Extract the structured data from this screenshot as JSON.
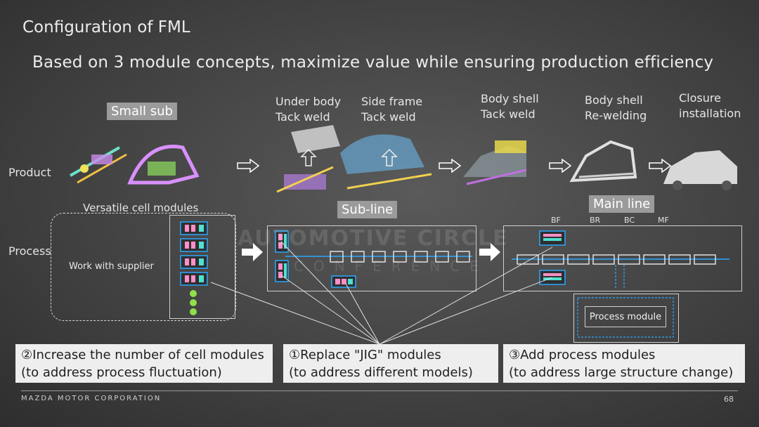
{
  "title": "Configuration of FML",
  "subtitle": "Based on 3 module concepts, maximize value while ensuring production efficiency",
  "rows": {
    "product": "Product",
    "process": "Process"
  },
  "tags": {
    "small_sub": "Small sub",
    "sub_line": "Sub-line",
    "main_line": "Main line"
  },
  "stages": [
    "Under body\nTack weld",
    "Side frame\nTack weld",
    "Body shell\nTack weld",
    "Body shell\nRe-welding",
    "Closure\ninstallation"
  ],
  "versatile_label": "Versatile cell modules",
  "work_with_supplier": "Work with supplier",
  "station_labels": [
    "BF",
    "BR",
    "BC",
    "MF"
  ],
  "process_module": "Process module",
  "callouts": [
    "②Increase the number of cell modules\n  (to address process fluctuation)",
    "①Replace \"JIG\" modules\n  (to address different models)",
    "③Add process modules\n  (to address large structure change)"
  ],
  "watermark": {
    "line1": "AUTOMOTIVE CIRCLE",
    "line2": "CONFERENCE"
  },
  "footer": {
    "company": "MAZDA MOTOR CORPORATION",
    "page": "68"
  },
  "colors": {
    "accent_blue": "#2aa8ff",
    "module_pink": "#ff8fc8",
    "module_cyan": "#4fe0d0",
    "dot_green": "#8fe04a",
    "callout_bg": "#eeeeee"
  }
}
